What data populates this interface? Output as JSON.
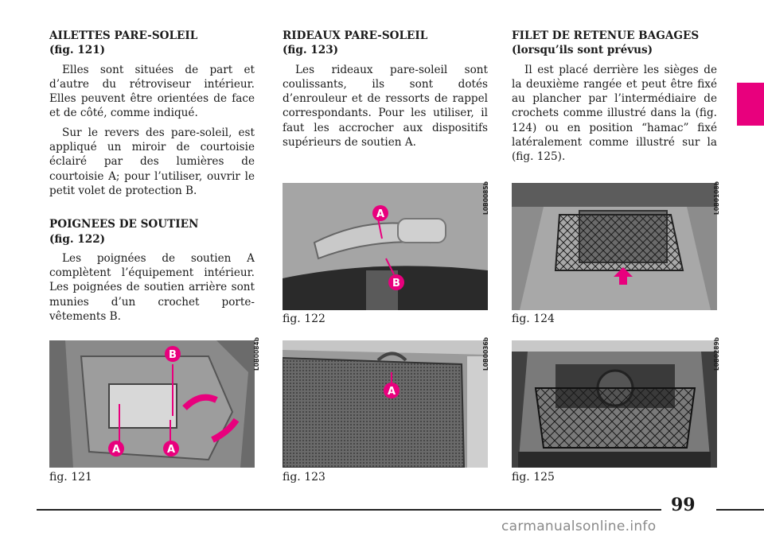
{
  "col1": {
    "h1_line1": "AILETTES PARE-SOLEIL",
    "h1_line2": "(fig. 121)",
    "p1": "Elles sont situées de part et d’autre du rétroviseur intérieur. Elles peuvent être orientées de face et de côté, comme indiqué.",
    "p2": "Sur le revers des pare-soleil, est appliqué un miroir de courtoisie éclairé par des lumières de courtoisie A; pour l’utiliser, ouvrir le petit volet de protection B.",
    "h2_line1": "POIGNEES DE SOUTIEN",
    "h2_line2": "(fig. 122)",
    "p3": "Les poignées de soutien A complètent l’équipement intérieur. Les poignées de soutien arrière sont munies d’un crochet porte-vêtements B."
  },
  "col2": {
    "h1_line1": "RIDEAUX PARE-SOLEIL",
    "h1_line2": "(fig. 123)",
    "p1": "Les rideaux pare-soleil sont coulissants, ils sont dotés d’enrouleur et de ressorts de rappel correspondants. Pour les utiliser, il faut les accrocher aux dispositifs supérieurs de soutien A."
  },
  "col3": {
    "h1_line1": "FILET DE RETENUE BAGAGES",
    "h1_line2": "(lorsqu’ils sont prévus)",
    "p1": "Il est placé derrière les sièges de la deuxième rangée et peut être fixé au plancher par l’intermédiaire de crochets comme illustré dans la (fig. 124) ou en position “hamac” fixé latéralement comme illustré sur la (fig. 125)."
  },
  "figures": {
    "fig121": {
      "caption": "fig. 121",
      "code": "L0B0084b",
      "labels": [
        "B",
        "A",
        "A"
      ]
    },
    "fig122": {
      "caption": "fig. 122",
      "code": "L0B0085b",
      "labels": [
        "A",
        "B"
      ]
    },
    "fig123": {
      "caption": "fig. 123",
      "code": "L0B0036b",
      "labels": [
        "A"
      ]
    },
    "fig124": {
      "caption": "fig. 124",
      "code": "L0B0108b"
    },
    "fig125": {
      "caption": "fig. 125",
      "code": "L0B0289b"
    }
  },
  "page_number": "99",
  "watermark": "carmanualsonline.info",
  "colors": {
    "accent_tab": "#e8007d",
    "callout": "#e8007d"
  }
}
